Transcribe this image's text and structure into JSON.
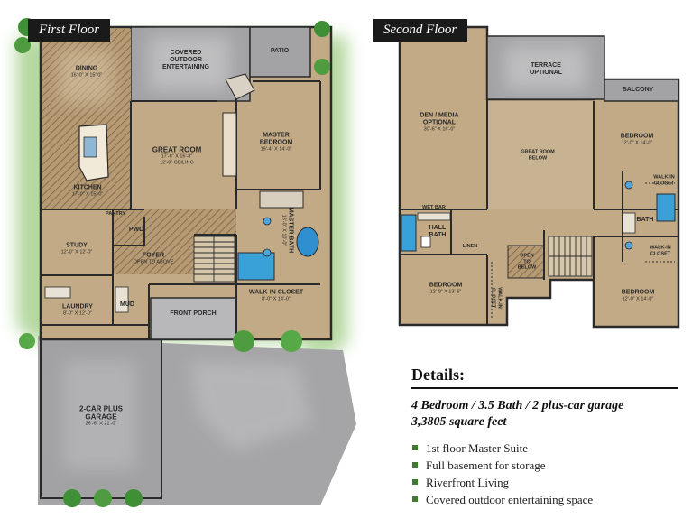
{
  "first_floor": {
    "title": "First Floor",
    "rooms": {
      "dining": {
        "name": "DINING",
        "dims": "16'-0\" X 15'-0\""
      },
      "covered_outdoor": {
        "name": "COVERED\nOUTDOOR\nENTERTAINING"
      },
      "patio": {
        "name": "PATIO"
      },
      "great_room": {
        "name": "GREAT ROOM",
        "dims": "17'-6\" X 16'-8\"\n12'-0\" CEILING"
      },
      "master_bedroom": {
        "name": "MASTER\nBEDROOM",
        "dims": "19'-4\" X 14'-0\""
      },
      "kitchen": {
        "name": "KITCHEN",
        "dims": "17'-0\" X 15'-0\""
      },
      "pantry": {
        "name": "PANTRY"
      },
      "pwd": {
        "name": "PWD."
      },
      "master_bath": {
        "name": "MASTER BATH",
        "dims": "18'-0\" X 10'-0\""
      },
      "study": {
        "name": "STUDY",
        "dims": "12'-0\" X 12'-0\""
      },
      "foyer": {
        "name": "FOYER",
        "dims": "OPEN TO ABOVE"
      },
      "walk_in_closet": {
        "name": "WALK-IN CLOSET",
        "dims": "8'-0\" X 14'-0\""
      },
      "laundry": {
        "name": "LAUNDRY",
        "dims": "8'-0\" X 12'-0\""
      },
      "mud": {
        "name": "MUD"
      },
      "front_porch": {
        "name": "FRONT PORCH"
      },
      "garage": {
        "name": "2-CAR PLUS\nGARAGE",
        "dims": "26'-6\" X 21'-0\""
      }
    }
  },
  "second_floor": {
    "title": "Second Floor",
    "rooms": {
      "terrace": {
        "name": "TERRACE\nOPTIONAL"
      },
      "balcony": {
        "name": "BALCONY"
      },
      "den": {
        "name": "DEN / MEDIA\nOPTIONAL",
        "dims": "30'-6\" X 16'-0\""
      },
      "great_room_below": {
        "name": "GREAT ROOM\nBELOW"
      },
      "bedroom_ne": {
        "name": "BEDROOM",
        "dims": "12'-0\" X 14'-0\""
      },
      "wet_bar": {
        "name": "WET BAR"
      },
      "walk_in_closet_1": {
        "name": "WALK-IN\nCLOSET"
      },
      "bath": {
        "name": "BATH"
      },
      "hall_bath": {
        "name": "HALL\nBATH"
      },
      "linen": {
        "name": "LINEN"
      },
      "open_to_below": {
        "name": "OPEN\nTO\nBELOW"
      },
      "walk_in_closet_2": {
        "name": "WALK-IN\nCLOSET"
      },
      "bedroom_sw": {
        "name": "BEDROOM",
        "dims": "12'-0\" X 13'-6\""
      },
      "walk_in_closet_3": {
        "name": "WALK-IN\nCLOSET"
      },
      "bedroom_se": {
        "name": "BEDROOM",
        "dims": "12'-0\" X 14'-0\""
      }
    }
  },
  "details": {
    "heading": "Details:",
    "spec_line1": "4 Bedroom / 3.5 Bath / 2 plus-car garage",
    "spec_line2": "3,3805 square feet",
    "features": [
      "1st floor Master Suite",
      "Full basement for storage",
      "Riverfront Living",
      "Covered outdoor entertaining space"
    ]
  },
  "colors": {
    "room_tan": "#c2aa86",
    "gray": "#9a9a9c",
    "grass": "#9ccb80",
    "wall": "#2a2a2a",
    "bullet": "#3d7b2f",
    "tab": "#1a1a1a"
  }
}
